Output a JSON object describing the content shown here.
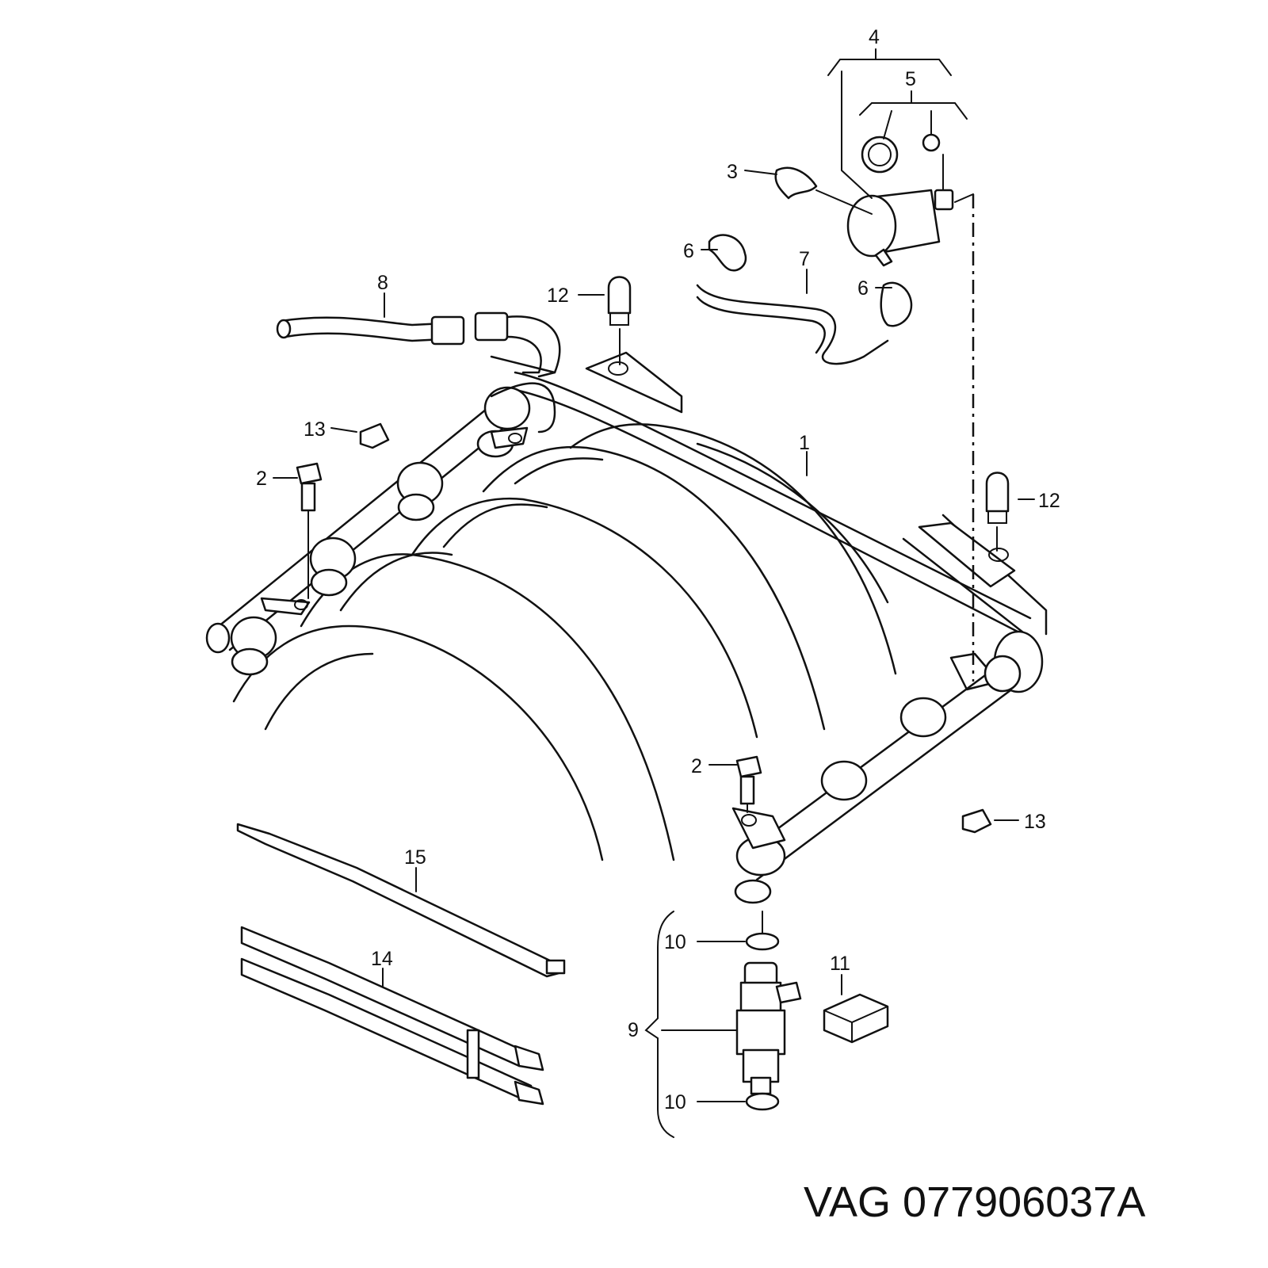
{
  "part_number": "VAG 077906037A",
  "callouts": {
    "c1": "1",
    "c2a": "2",
    "c2b": "2",
    "c3": "3",
    "c4": "4",
    "c5": "5",
    "c6a": "6",
    "c6b": "6",
    "c7": "7",
    "c8": "8",
    "c9": "9",
    "c10a": "10",
    "c10b": "10",
    "c11": "11",
    "c12a": "12",
    "c12b": "12",
    "c13a": "13",
    "c13b": "13",
    "c14": "14",
    "c15": "15"
  }
}
